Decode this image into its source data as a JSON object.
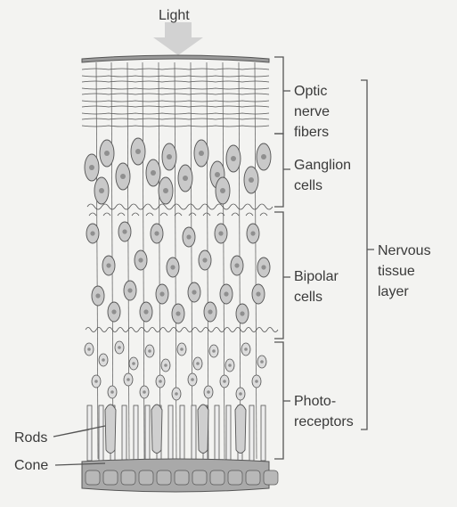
{
  "diagram": {
    "light_label": "Light",
    "layers": {
      "optic_nerve_fibers": [
        "Optic",
        "nerve",
        "fibers"
      ],
      "ganglion_cells": [
        "Ganglion",
        "cells"
      ],
      "bipolar_cells": [
        "Bipolar",
        "cells"
      ],
      "photoreceptors": [
        "Photo-",
        "receptors"
      ],
      "nervous_tissue_layer": [
        "Nervous",
        "tissue",
        "layer"
      ]
    },
    "cell_types": {
      "rods": "Rods",
      "cone": "Cone"
    },
    "colors": {
      "background": "#f3f3f1",
      "line": "#555555",
      "cell_fill": "#c9c9c9",
      "nucleus_fill": "#8f8f8f",
      "arrow_fill": "#d2d2d2",
      "pigment_fill": "#a9a9a9"
    }
  }
}
